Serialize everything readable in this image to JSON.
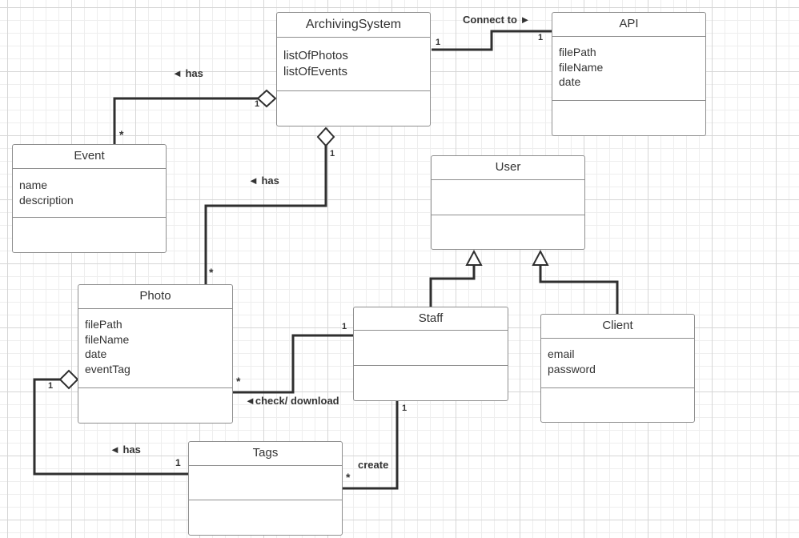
{
  "classes": {
    "archiving_system": {
      "name": "ArchivingSystem",
      "attributes": [
        "listOfPhotos",
        "listOfEvents"
      ]
    },
    "api": {
      "name": "API",
      "attributes": [
        "filePath",
        "fileName",
        "date"
      ]
    },
    "event": {
      "name": "Event",
      "attributes": [
        "name",
        "description"
      ]
    },
    "user": {
      "name": "User",
      "attributes": []
    },
    "photo": {
      "name": "Photo",
      "attributes": [
        "filePath",
        "fileName",
        "date",
        "eventTag"
      ]
    },
    "staff": {
      "name": "Staff",
      "attributes": []
    },
    "client": {
      "name": "Client",
      "attributes": [
        "email",
        "password"
      ]
    },
    "tags": {
      "name": "Tags",
      "attributes": []
    }
  },
  "relationships": {
    "system_api": {
      "label": "Connect to ►",
      "mult_source": "1",
      "mult_target": "1"
    },
    "system_event": {
      "label": "◄ has",
      "mult_whole": "1",
      "mult_part": "*"
    },
    "system_photo": {
      "label": "◄ has",
      "mult_whole": "1",
      "mult_part": "*"
    },
    "staff_photo": {
      "label": "◄check/ download",
      "mult_staff": "1",
      "mult_photo": "*"
    },
    "photo_tags": {
      "label": "◄ has",
      "mult_whole": "1",
      "mult_part": "1"
    },
    "staff_tags": {
      "label": "create",
      "mult_staff": "1",
      "mult_tags": "*"
    },
    "staff_user": {
      "type": "generalization"
    },
    "client_user": {
      "type": "generalization"
    }
  },
  "colors": {
    "edge": "#2f2f2f",
    "box_border": "#8e8e8e",
    "grid": "#d6d6d6",
    "text": "#333333"
  }
}
